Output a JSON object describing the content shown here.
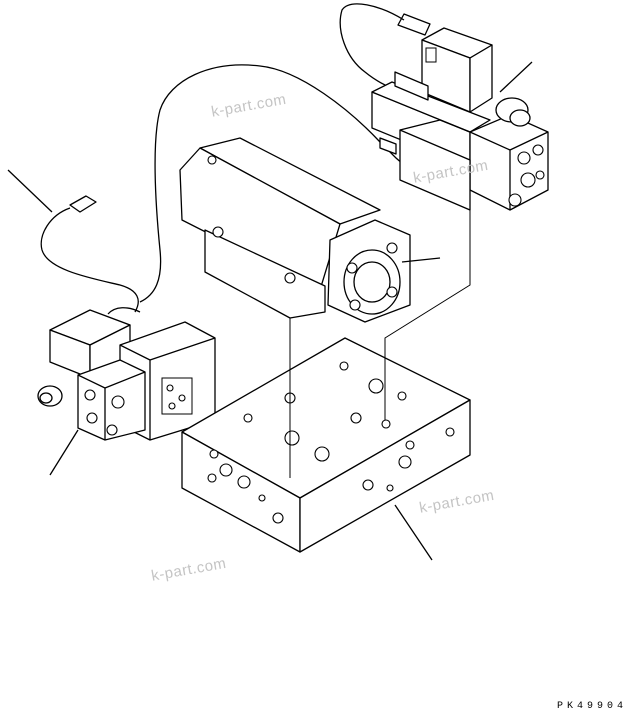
{
  "watermarks": [
    "k-part.com",
    "k-part.com",
    "k-part.com",
    "k-part.com"
  ],
  "drawing_code": "PK49904",
  "colors": {
    "line": "#000000",
    "watermark": "#c4c4c4",
    "background": "#ffffff"
  }
}
